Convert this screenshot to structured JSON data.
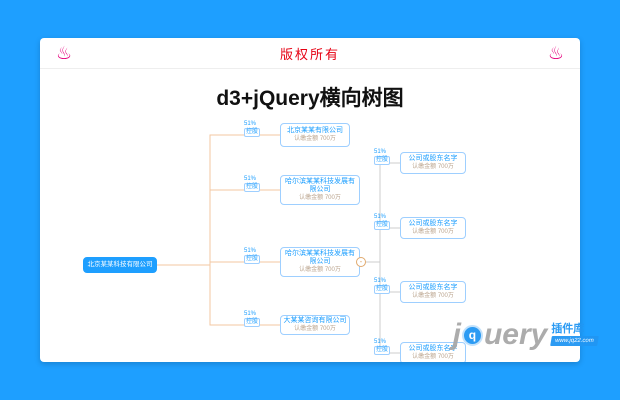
{
  "header": {
    "copyright": "版权所有",
    "left_icon": "swirl-icon",
    "right_icon": "swirl-icon"
  },
  "title": "d3+jQuery横向树图",
  "tree": {
    "root": {
      "name": "北京某某科技有限公司"
    },
    "expand_symbol": "-",
    "mid_nodes": [
      {
        "name": "北京某某有限公司",
        "sub": "认缴金额 700万",
        "percent": "51%",
        "badge": "控股"
      },
      {
        "name": "哈尔滨某某科技发展有限公司",
        "sub": "认缴金额 700万",
        "percent": "51%",
        "badge": "控股"
      },
      {
        "name": "哈尔滨某某科技发展有限公司",
        "sub": "认缴金额 700万",
        "percent": "51%",
        "badge": "控股"
      },
      {
        "name": "大某某咨询有限公司",
        "sub": "认缴金额 700万",
        "percent": "51%",
        "badge": "控股"
      }
    ],
    "right_nodes": [
      {
        "name": "公司或股东名字",
        "sub": "认缴金额 700万",
        "percent": "51%",
        "badge": "控股"
      },
      {
        "name": "公司或股东名字",
        "sub": "认缴金额 700万",
        "percent": "51%",
        "badge": "控股"
      },
      {
        "name": "公司或股东名字",
        "sub": "认缴金额 700万",
        "percent": "51%",
        "badge": "控股"
      },
      {
        "name": "公司或股东名字",
        "sub": "认缴金额 700万",
        "percent": "51%",
        "badge": "控股"
      }
    ]
  },
  "watermark": {
    "brand_prefix": "j",
    "brand_circle": "q",
    "brand_suffix": "uery",
    "suffix": "插件库",
    "site": "www.jq22.com"
  },
  "colors": {
    "background": "#1E9FFF",
    "accent": "#1E9FFF",
    "copyright_red": "#E60012",
    "icon_magenta": "#E6007E",
    "link_left_orange": "#F3C7A2",
    "link_right_gray": "#CCCCCC",
    "node_border": "#9ECFFF"
  }
}
